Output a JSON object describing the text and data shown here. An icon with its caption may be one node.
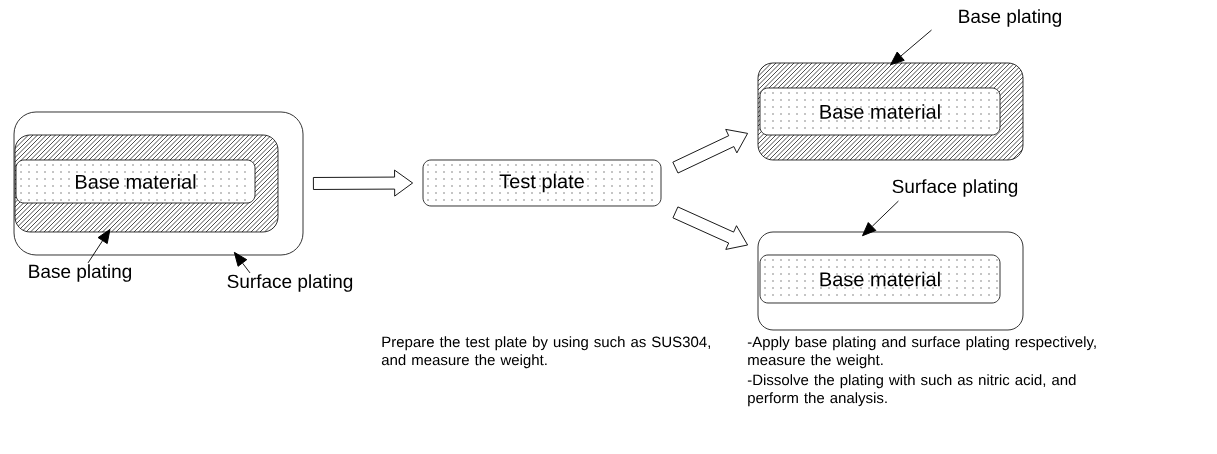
{
  "diagram": {
    "nodes": [
      {
        "text": [],
        "shape": "box"
      },
      {
        "text": [],
        "shape": "box",
        "in": 0
      },
      {
        "text": [
          "Base material"
        ],
        "in": 1
      },
      {
        "text": [
          "Base plating"
        ]
      },
      {
        "text": [
          "Surface plating"
        ]
      },
      {
        "text": [
          "Test plate"
        ]
      },
      {
        "text": [],
        "shape": "box"
      },
      {
        "text": [
          "Base material"
        ],
        "in": 6
      },
      {
        "text": [
          "Base plating"
        ]
      },
      {
        "text": [],
        "shape": "box"
      },
      {
        "text": [
          "Base material"
        ],
        "in": 9
      },
      {
        "text": [
          "Surface plating"
        ]
      }
    ],
    "edges": [
      {
        "from": 3,
        "to": 1,
        "arrow": "to"
      },
      {
        "from": 4,
        "to": 0,
        "arrow": "to"
      },
      {
        "from": 0,
        "to": 5,
        "arrow": "to"
      },
      {
        "from": 5,
        "to": 6,
        "arrow": "to"
      },
      {
        "from": 5,
        "to": 9,
        "arrow": "to"
      },
      {
        "from": 8,
        "to": 6,
        "arrow": "to"
      },
      {
        "from": 11,
        "to": 9,
        "arrow": "to"
      }
    ],
    "labels": [
      "Prepare the test plate by using such as SUS304, and measure the weight.",
      "-Apply base plating and surface plating respectively, measure the weight.",
      "-Dissolve the plating with such as nitric acid, and perform the analysis."
    ]
  }
}
